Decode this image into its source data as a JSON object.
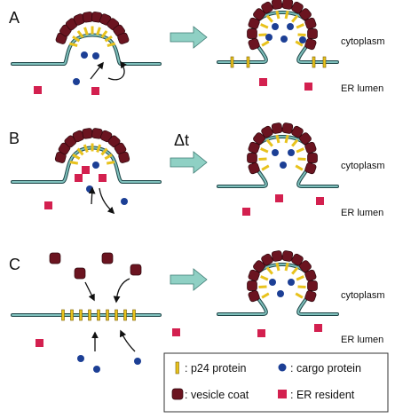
{
  "panels": [
    {
      "label": "A",
      "cytoplasm": "cytoplasm",
      "lumen": "ER lumen"
    },
    {
      "label": "B",
      "cytoplasm": "cytoplasm",
      "lumen": "ER lumen",
      "arrow_label": "Δt"
    },
    {
      "label": "C",
      "cytoplasm": "cytoplasm",
      "lumen": "ER lumen"
    }
  ],
  "legend": {
    "p24": ": p24 protein",
    "cargo": ": cargo protein",
    "coat": ": vesicle coat",
    "resident": ": ER resident"
  },
  "colors": {
    "membrane_fill": "#7fc0bc",
    "membrane_stroke": "#1e4648",
    "coat": "#6b1420",
    "p24": "#e8c21c",
    "cargo": "#1c3f95",
    "resident": "#d3204f",
    "process_arrow": "#8fd0c4"
  }
}
